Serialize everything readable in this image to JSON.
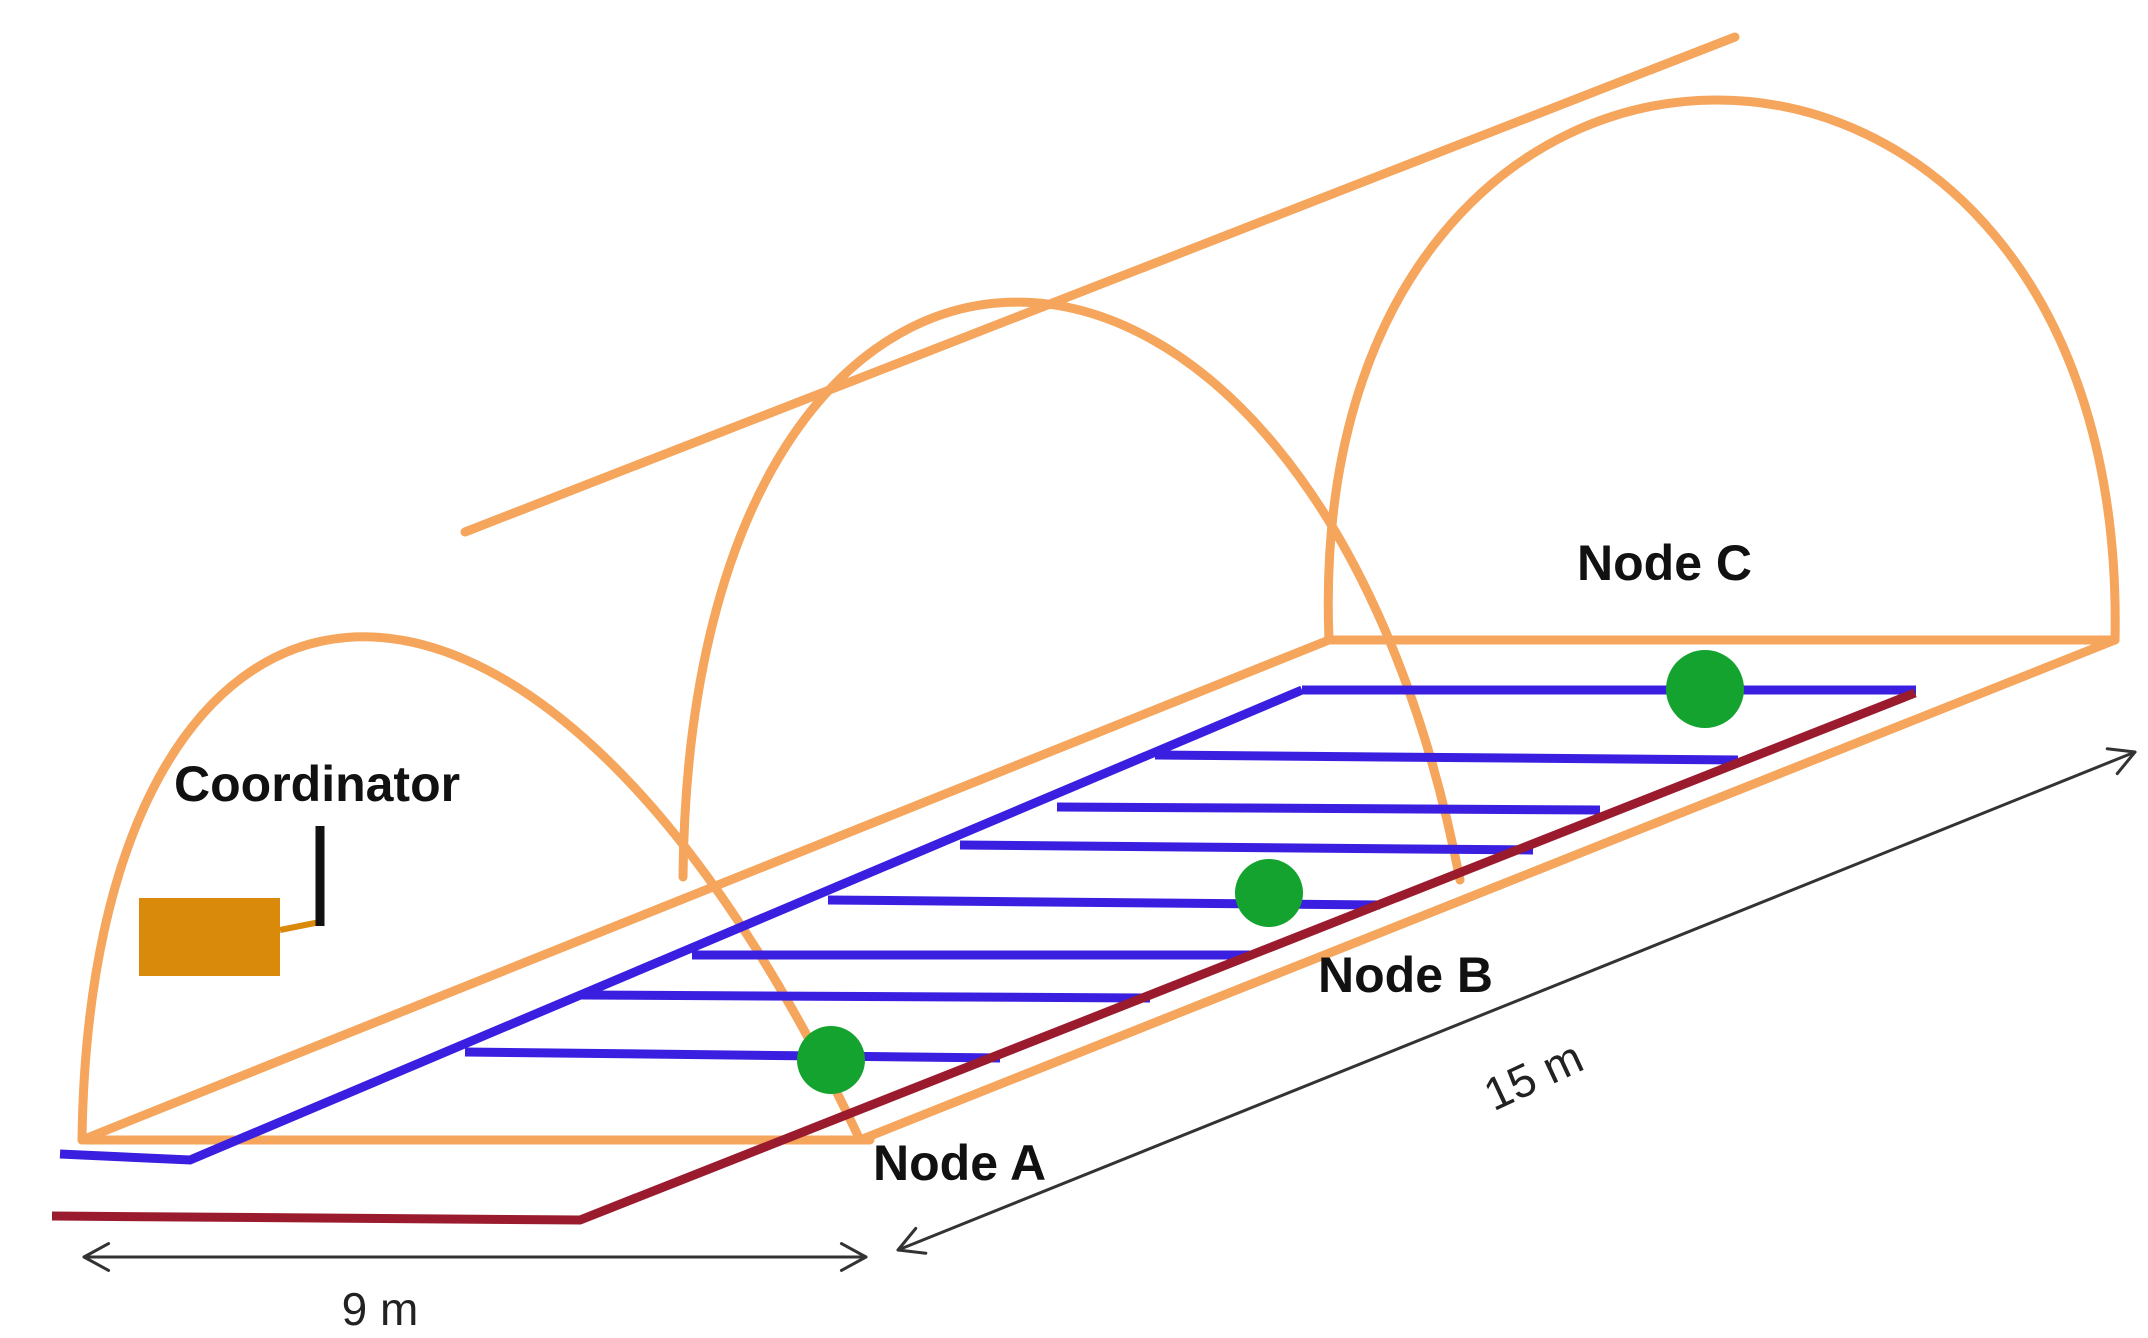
{
  "labels": {
    "coordinator": "Coordinator",
    "node_a": "Node A",
    "node_b": "Node B",
    "node_c": "Node C"
  },
  "dimensions": {
    "width": "9 m",
    "length": "15 m"
  },
  "colors": {
    "frame": "#f5a55c",
    "lateral_pipes": "#3a1fe0",
    "main_pipe": "#9b1b2e",
    "sensor_node": "#14a32e",
    "coordinator_box": "#d98a0b",
    "antenna": "#111111",
    "dimension_line": "#333333"
  }
}
